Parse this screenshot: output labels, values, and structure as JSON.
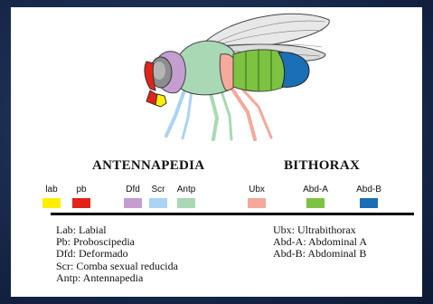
{
  "diagram": {
    "complexes": [
      {
        "name": "Antennapedia",
        "display": "ANTENNAPEDIA"
      },
      {
        "name": "Bithorax",
        "display": "BITHORAX"
      }
    ],
    "genes": [
      {
        "label": "lab",
        "color": "#ffee00"
      },
      {
        "label": "pb",
        "color": "#e2231a"
      },
      {
        "label": "Dfd",
        "color": "#c49ed0"
      },
      {
        "label": "Scr",
        "color": "#a9d4f2"
      },
      {
        "label": "Antp",
        "color": "#a8d9b4"
      },
      {
        "label": "Ubx",
        "color": "#f4a99a"
      },
      {
        "label": "Abd-A",
        "color": "#7ec242"
      },
      {
        "label": "Abd-B",
        "color": "#1a6fb5"
      }
    ],
    "legend_left": [
      "Lab: Labial",
      "Pb: Proboscipedia",
      "Dfd: Deformado",
      "Scr: Comba sexual reducida",
      "Antp: Antennapedia"
    ],
    "legend_right": [
      "Ubx: Ultrabithorax",
      "Abd-A: Abdominal A",
      "Abd-B: Abdominal B"
    ]
  }
}
